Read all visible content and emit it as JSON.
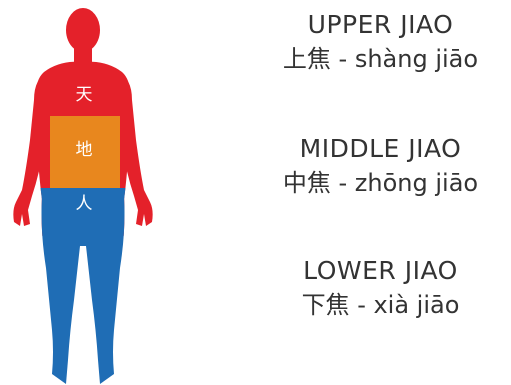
{
  "colors": {
    "upper": "#e4212a",
    "middle": "#e8871e",
    "lower": "#1f6db5",
    "text": "#333333"
  },
  "figure": {
    "upper_glyph": "天",
    "middle_glyph": "地",
    "lower_glyph": "人"
  },
  "jiao": [
    {
      "title": "UPPER JIAO",
      "subtitle": "上焦 - shàng jiāo"
    },
    {
      "title": "MIDDLE JIAO",
      "subtitle": "中焦 - zhōng jiāo"
    },
    {
      "title": "LOWER JIAO",
      "subtitle": "下焦 - xià jiāo"
    }
  ]
}
